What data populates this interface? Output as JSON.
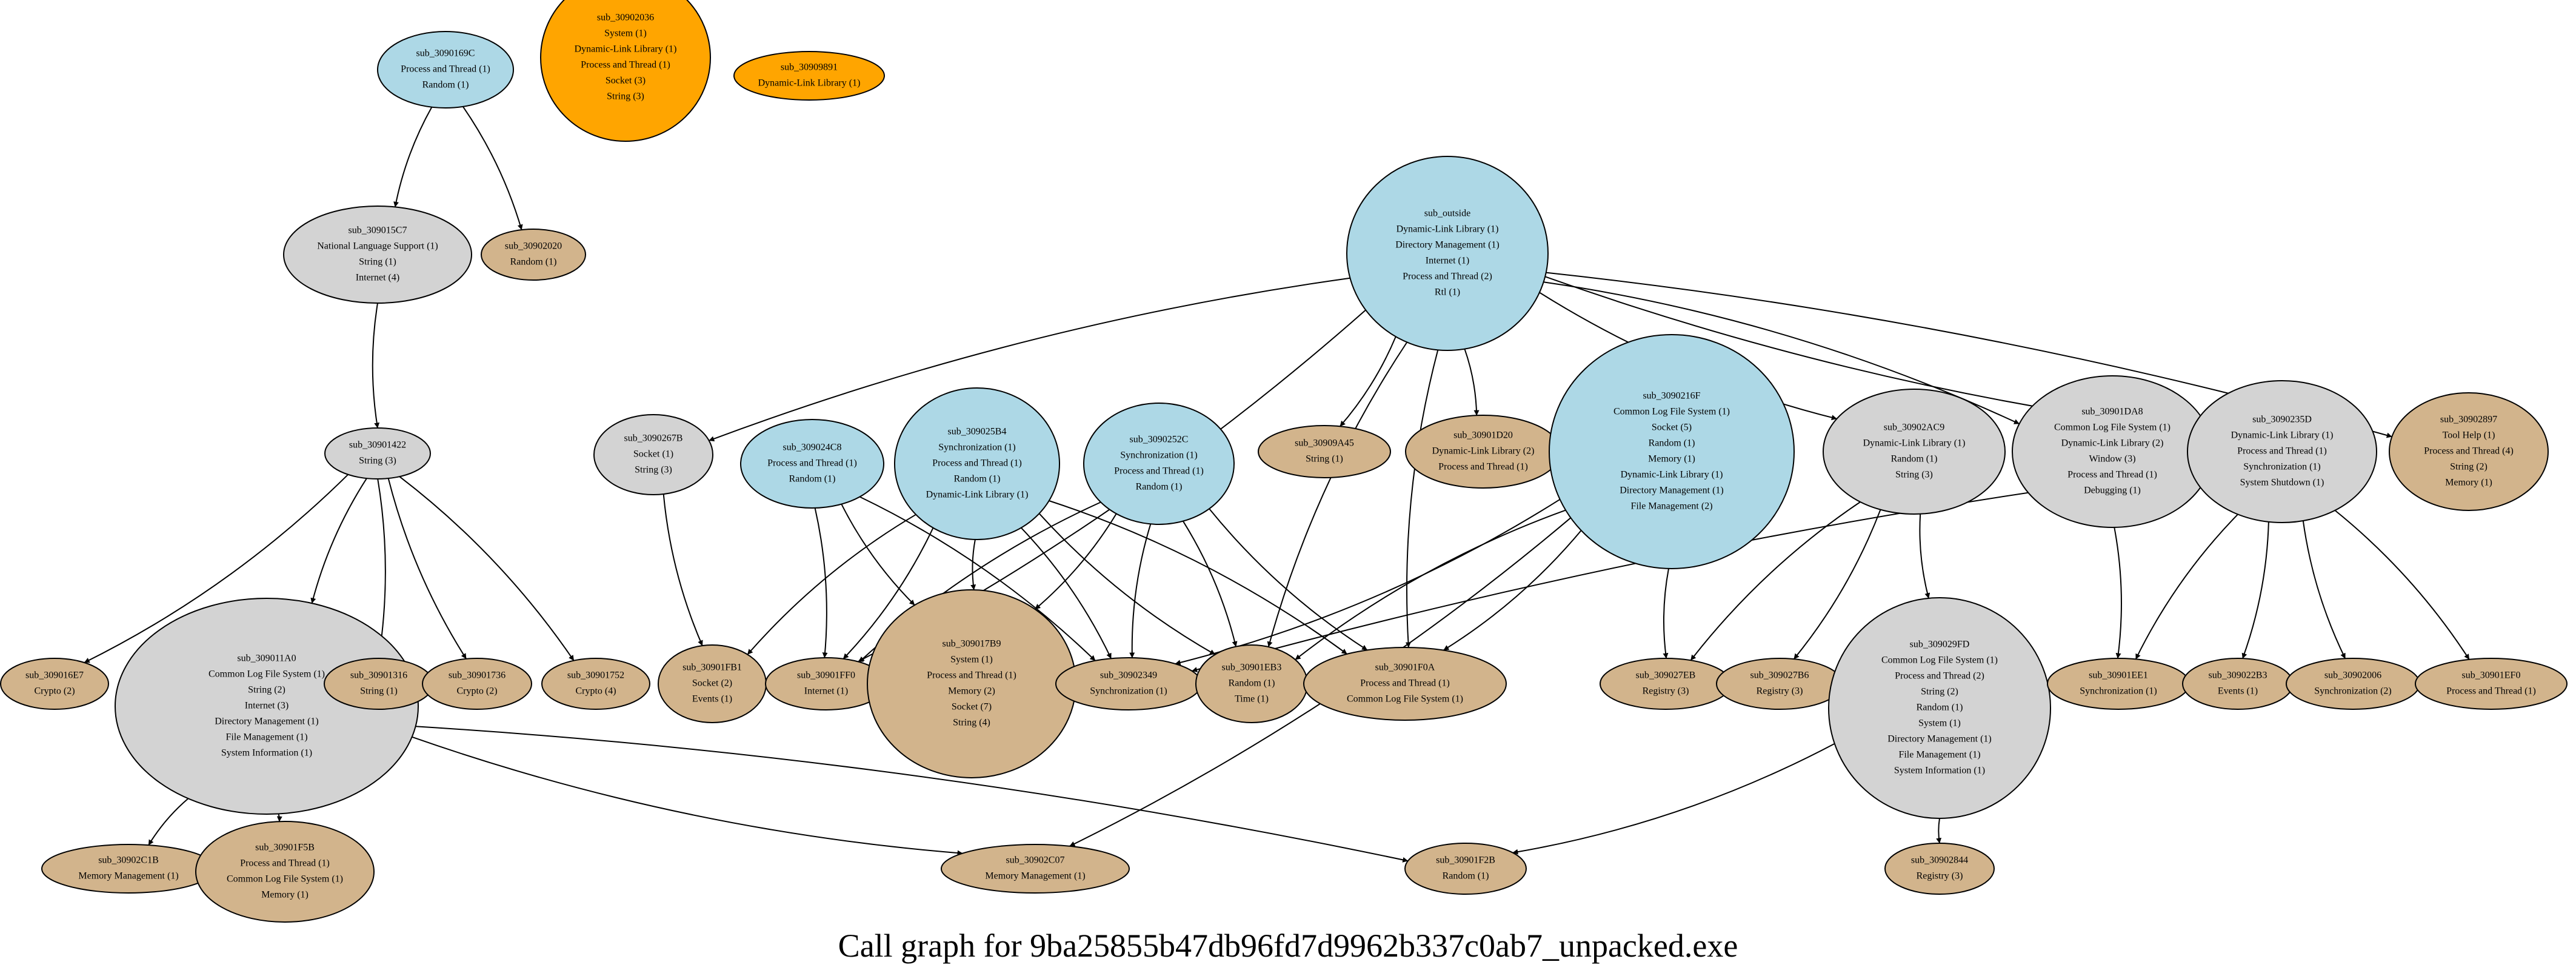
{
  "caption": "Call graph for 9ba25855b47db96fd7d9962b337c0ab7_unpacked.exe",
  "palette": {
    "lightblue": "#add8e6",
    "lightgrey": "#d3d3d3",
    "orange": "#ffa500",
    "tan": "#d2b48c"
  },
  "nodes": [
    {
      "id": "n1",
      "fill": "lightblue",
      "lines": [
        "sub_3090169C",
        "Process and Thread (1)",
        "Random (1)"
      ]
    },
    {
      "id": "n2",
      "fill": "orange",
      "lines": [
        "sub_30902036",
        "System (1)",
        "Dynamic-Link Library (1)",
        "Process and Thread (1)",
        "Socket (3)",
        "String (3)"
      ]
    },
    {
      "id": "n3",
      "fill": "orange",
      "lines": [
        "sub_30909891",
        "Dynamic-Link Library (1)"
      ]
    },
    {
      "id": "n4",
      "fill": "lightgrey",
      "lines": [
        "sub_309015C7",
        "National Language Support (1)",
        "String (1)",
        "Internet (4)"
      ]
    },
    {
      "id": "n5",
      "fill": "tan",
      "lines": [
        "sub_30902020",
        "Random (1)"
      ]
    },
    {
      "id": "n6",
      "fill": "lightblue",
      "lines": [
        "sub_outside",
        "Dynamic-Link Library (1)",
        "Directory Management (1)",
        "Internet (1)",
        "Process and Thread (2)",
        "Rtl (1)"
      ]
    },
    {
      "id": "n7",
      "fill": "lightgrey",
      "lines": [
        "sub_30901422",
        "String (3)"
      ]
    },
    {
      "id": "n8",
      "fill": "lightgrey",
      "lines": [
        "sub_3090267B",
        "Socket (1)",
        "String (3)"
      ]
    },
    {
      "id": "n9",
      "fill": "lightblue",
      "lines": [
        "sub_309024C8",
        "Process and Thread (1)",
        "Random (1)"
      ]
    },
    {
      "id": "n10",
      "fill": "lightblue",
      "lines": [
        "sub_309025B4",
        "Synchronization (1)",
        "Process and Thread (1)",
        "Random (1)",
        "Dynamic-Link Library (1)"
      ]
    },
    {
      "id": "n11",
      "fill": "lightblue",
      "lines": [
        "sub_3090252C",
        "Synchronization (1)",
        "Process and Thread (1)",
        "Random (1)"
      ]
    },
    {
      "id": "n12",
      "fill": "tan",
      "lines": [
        "sub_30909A45",
        "String (1)"
      ]
    },
    {
      "id": "n13",
      "fill": "tan",
      "lines": [
        "sub_30901D20",
        "Dynamic-Link Library (2)",
        "Process and Thread (1)"
      ]
    },
    {
      "id": "n14",
      "fill": "lightblue",
      "lines": [
        "sub_3090216F",
        "Common Log File System (1)",
        "Socket (5)",
        "Random (1)",
        "Memory (1)",
        "Dynamic-Link Library (1)",
        "Directory Management (1)",
        "File Management (2)"
      ]
    },
    {
      "id": "n15",
      "fill": "lightgrey",
      "lines": [
        "sub_30902AC9",
        "Dynamic-Link Library (1)",
        "Random (1)",
        "String (3)"
      ]
    },
    {
      "id": "n16",
      "fill": "lightgrey",
      "lines": [
        "sub_30901DA8",
        "Common Log File System (1)",
        "Dynamic-Link Library (2)",
        "Window (3)",
        "Process and Thread (1)",
        "Debugging (1)"
      ]
    },
    {
      "id": "n17",
      "fill": "lightgrey",
      "lines": [
        "sub_3090235D",
        "Dynamic-Link Library (1)",
        "Process and Thread (1)",
        "Synchronization (1)",
        "System Shutdown (1)"
      ]
    },
    {
      "id": "n18",
      "fill": "tan",
      "lines": [
        "sub_30902897",
        "Tool Help (1)",
        "Process and Thread (4)",
        "String (2)",
        "Memory (1)"
      ]
    },
    {
      "id": "n19",
      "fill": "tan",
      "lines": [
        "sub_309016E7",
        "Crypto (2)"
      ]
    },
    {
      "id": "n20",
      "fill": "lightgrey",
      "lines": [
        "sub_309011A0",
        "Common Log File System (1)",
        "String (2)",
        "Internet (3)",
        "Directory Management (1)",
        "File Management (1)",
        "System Information (1)"
      ]
    },
    {
      "id": "n21",
      "fill": "tan",
      "lines": [
        "sub_30901316",
        "String (1)"
      ]
    },
    {
      "id": "n22",
      "fill": "tan",
      "lines": [
        "sub_30901736",
        "Crypto (2)"
      ]
    },
    {
      "id": "n23",
      "fill": "tan",
      "lines": [
        "sub_30901752",
        "Crypto (4)"
      ]
    },
    {
      "id": "n24",
      "fill": "tan",
      "lines": [
        "sub_30901FB1",
        "Socket (2)",
        "Events (1)"
      ]
    },
    {
      "id": "n25",
      "fill": "tan",
      "lines": [
        "sub_30901FF0",
        "Internet (1)"
      ]
    },
    {
      "id": "n26",
      "fill": "tan",
      "lines": [
        "sub_309017B9",
        "System (1)",
        "Process and Thread (1)",
        "Memory (2)",
        "Socket (7)",
        "String (4)"
      ]
    },
    {
      "id": "n27",
      "fill": "tan",
      "lines": [
        "sub_30902349",
        "Synchronization (1)"
      ]
    },
    {
      "id": "n28",
      "fill": "tan",
      "lines": [
        "sub_30901EB3",
        "Random (1)",
        "Time (1)"
      ]
    },
    {
      "id": "n29",
      "fill": "tan",
      "lines": [
        "sub_30901F0A",
        "Process and Thread (1)",
        "Common Log File System (1)"
      ]
    },
    {
      "id": "n30",
      "fill": "tan",
      "lines": [
        "sub_309027EB",
        "Registry (3)"
      ]
    },
    {
      "id": "n31",
      "fill": "tan",
      "lines": [
        "sub_309027B6",
        "Registry (3)"
      ]
    },
    {
      "id": "n32",
      "fill": "lightgrey",
      "lines": [
        "sub_309029FD",
        "Common Log File System (1)",
        "Process and Thread (2)",
        "String (2)",
        "Random (1)",
        "System (1)",
        "Directory Management (1)",
        "File Management (1)",
        "System Information (1)"
      ]
    },
    {
      "id": "n33",
      "fill": "tan",
      "lines": [
        "sub_30901EE1",
        "Synchronization (1)"
      ]
    },
    {
      "id": "n34",
      "fill": "tan",
      "lines": [
        "sub_309022B3",
        "Events (1)"
      ]
    },
    {
      "id": "n35",
      "fill": "tan",
      "lines": [
        "sub_30902006",
        "Synchronization (2)"
      ]
    },
    {
      "id": "n36",
      "fill": "tan",
      "lines": [
        "sub_30901EF0",
        "Process and Thread (1)"
      ]
    },
    {
      "id": "n37",
      "fill": "tan",
      "lines": [
        "sub_30902C1B",
        "Memory Management (1)"
      ]
    },
    {
      "id": "n38",
      "fill": "tan",
      "lines": [
        "sub_30901F5B",
        "Process and Thread (1)",
        "Common Log File System (1)",
        "Memory (1)"
      ]
    },
    {
      "id": "n39",
      "fill": "tan",
      "lines": [
        "sub_30902C07",
        "Memory Management (1)"
      ]
    },
    {
      "id": "n40",
      "fill": "tan",
      "lines": [
        "sub_30901F2B",
        "Random (1)"
      ]
    },
    {
      "id": "n41",
      "fill": "tan",
      "lines": [
        "sub_30902844",
        "Registry (3)"
      ]
    }
  ],
  "edges": [
    [
      "n1",
      "n4"
    ],
    [
      "n1",
      "n5"
    ],
    [
      "n4",
      "n7"
    ],
    [
      "n7",
      "n19"
    ],
    [
      "n7",
      "n20"
    ],
    [
      "n7",
      "n21"
    ],
    [
      "n7",
      "n22"
    ],
    [
      "n7",
      "n23"
    ],
    [
      "n20",
      "n37"
    ],
    [
      "n20",
      "n38"
    ],
    [
      "n20",
      "n39"
    ],
    [
      "n20",
      "n40"
    ],
    [
      "n6",
      "n8"
    ],
    [
      "n6",
      "n25"
    ],
    [
      "n6",
      "n28"
    ],
    [
      "n6",
      "n12"
    ],
    [
      "n6",
      "n29"
    ],
    [
      "n6",
      "n13"
    ],
    [
      "n6",
      "n15"
    ],
    [
      "n6",
      "n16"
    ],
    [
      "n6",
      "n17"
    ],
    [
      "n6",
      "n18"
    ],
    [
      "n8",
      "n24"
    ],
    [
      "n9",
      "n25"
    ],
    [
      "n9",
      "n26"
    ],
    [
      "n9",
      "n27"
    ],
    [
      "n10",
      "n24"
    ],
    [
      "n10",
      "n25"
    ],
    [
      "n10",
      "n26"
    ],
    [
      "n10",
      "n27"
    ],
    [
      "n10",
      "n28"
    ],
    [
      "n10",
      "n29"
    ],
    [
      "n11",
      "n25"
    ],
    [
      "n11",
      "n26"
    ],
    [
      "n11",
      "n27"
    ],
    [
      "n11",
      "n28"
    ],
    [
      "n11",
      "n29"
    ],
    [
      "n14",
      "n27"
    ],
    [
      "n14",
      "n28"
    ],
    [
      "n14",
      "n29"
    ],
    [
      "n14",
      "n30"
    ],
    [
      "n14",
      "n39"
    ],
    [
      "n15",
      "n30"
    ],
    [
      "n15",
      "n31"
    ],
    [
      "n15",
      "n32"
    ],
    [
      "n32",
      "n40"
    ],
    [
      "n32",
      "n41"
    ],
    [
      "n16",
      "n33"
    ],
    [
      "n17",
      "n33"
    ],
    [
      "n17",
      "n34"
    ],
    [
      "n17",
      "n35"
    ],
    [
      "n17",
      "n36"
    ],
    [
      "n17",
      "n27"
    ]
  ]
}
